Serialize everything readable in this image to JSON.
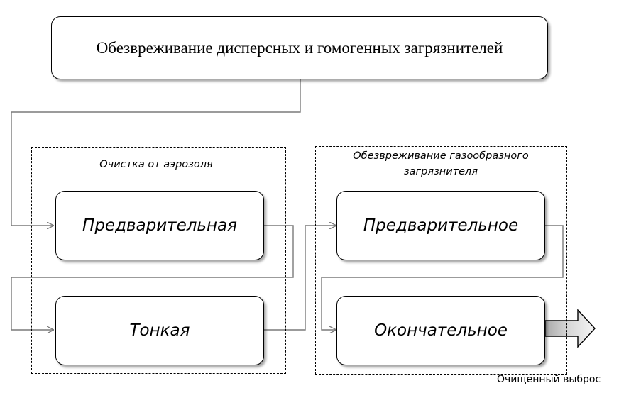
{
  "diagram": {
    "title": "Обезвреживание дисперсных и гомогенных загрязнителей",
    "groups": {
      "aerosol": {
        "label": "Очистка от аэрозоля",
        "steps": [
          "Предварительная",
          "Тонкая"
        ]
      },
      "gas": {
        "label": "Обезвреживание газообразного загрязнителя",
        "steps": [
          "Предварительное",
          "Окончательное"
        ]
      }
    },
    "output_label": "Очищенный выброс"
  },
  "colors": {
    "stroke": "#000000",
    "connector": "#7a7a7a",
    "arrow_fill_light": "#f4f4f4",
    "arrow_fill_dark": "#a9a9a9"
  }
}
